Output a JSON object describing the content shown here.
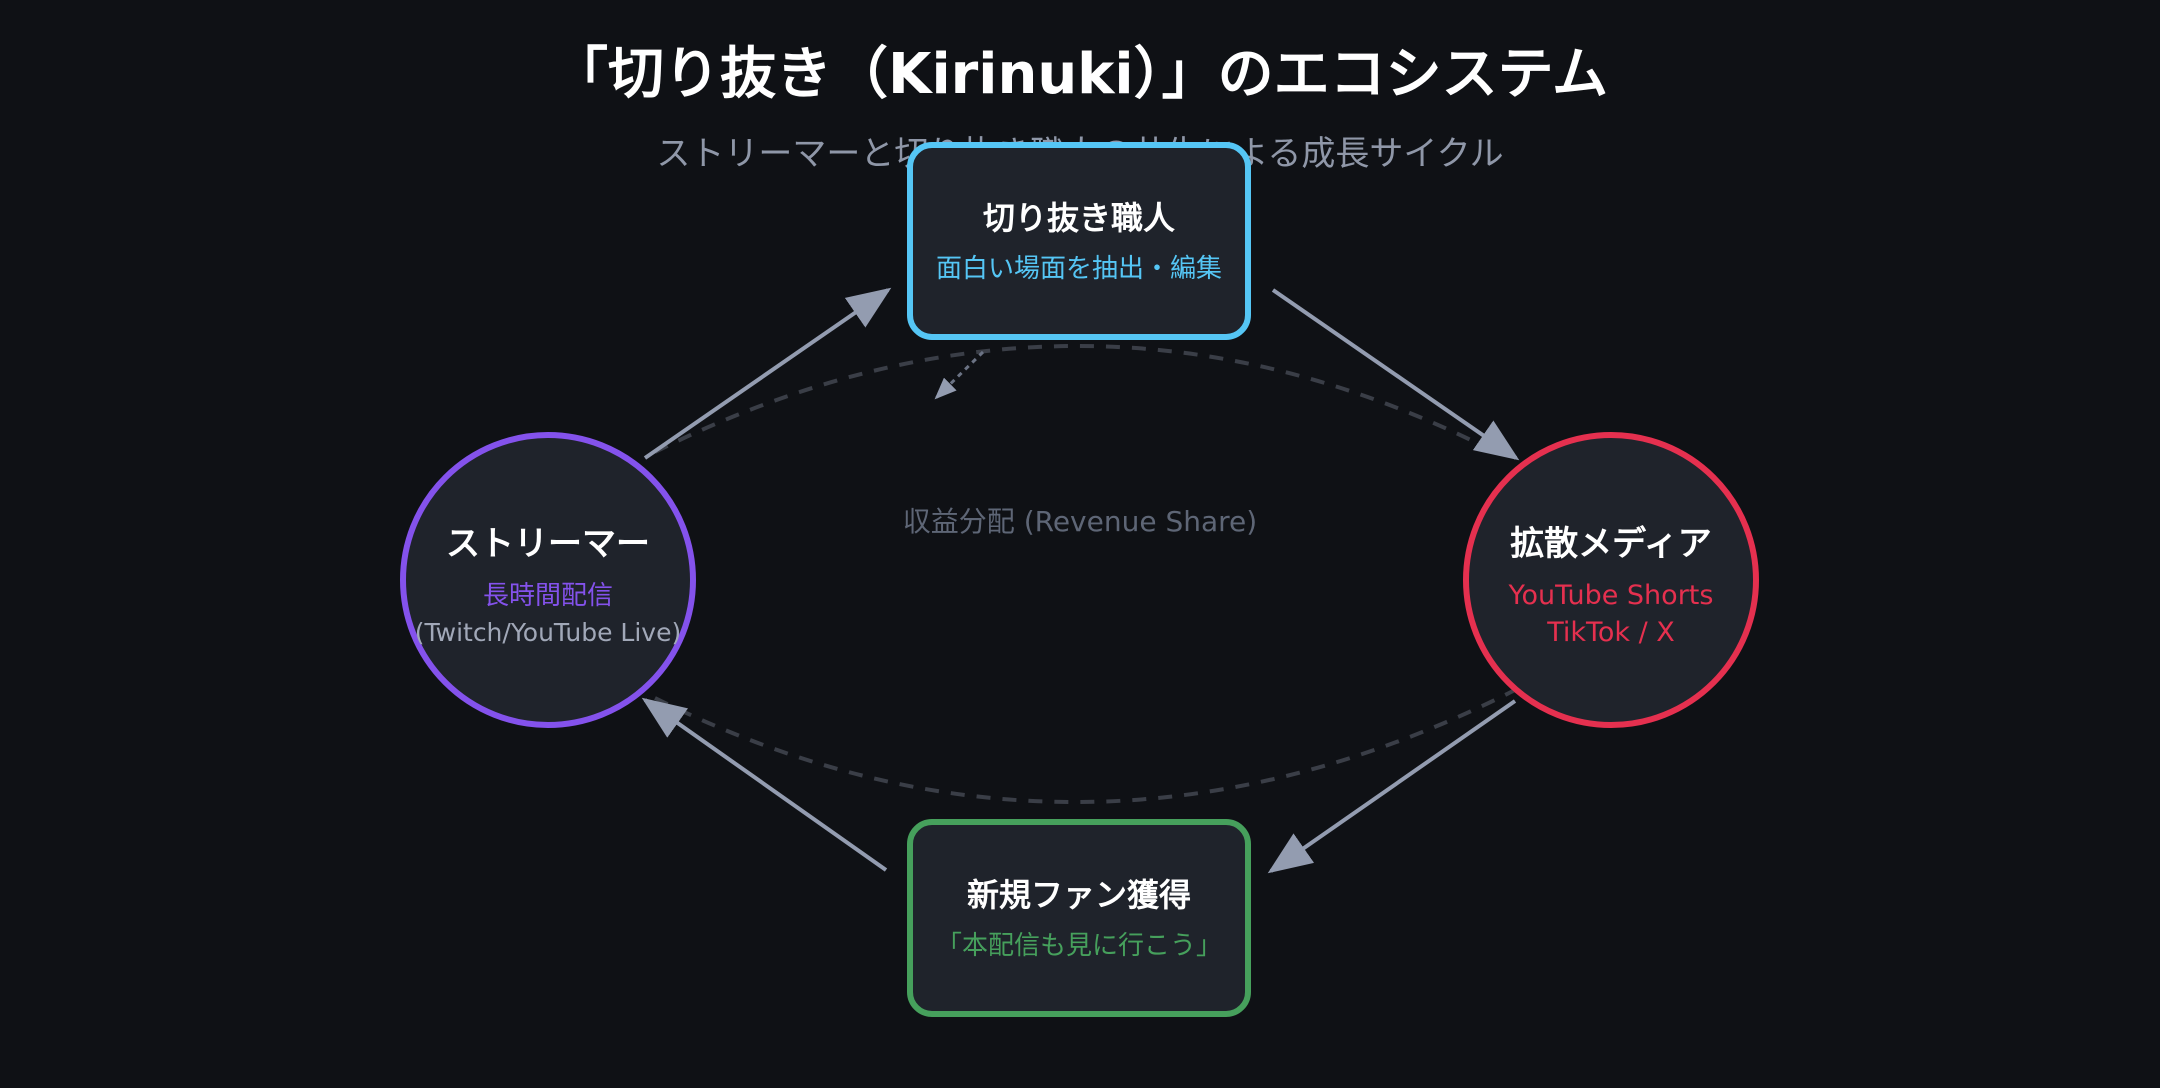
{
  "title": "「切り抜き（Kirinuki）」のエコシステム",
  "subtitle": "ストリーマーと切り抜き職人の共生による成長サイクル",
  "revenue_label": "収益分配 (Revenue Share)",
  "colors": {
    "background": "#0f1115",
    "node_fill": "#1f232b",
    "arrow": "#939cb0",
    "dashed": "#3a3e47",
    "streamer": "#8452ec",
    "clipper": "#55c6f5",
    "media": "#e5304f",
    "fans": "#46a05c"
  },
  "nodes": {
    "streamer": {
      "name": "ストリーマー",
      "desc": "長時間配信",
      "extra": "(Twitch/YouTube Live)"
    },
    "clipper": {
      "name": "切り抜き職人",
      "desc": "面白い場面を抽出・編集"
    },
    "media": {
      "name": "拡散メディア",
      "desc1": "YouTube Shorts",
      "desc2": "TikTok / X"
    },
    "fans": {
      "name": "新規ファン獲得",
      "desc": "「本配信も見に行こう」"
    }
  }
}
